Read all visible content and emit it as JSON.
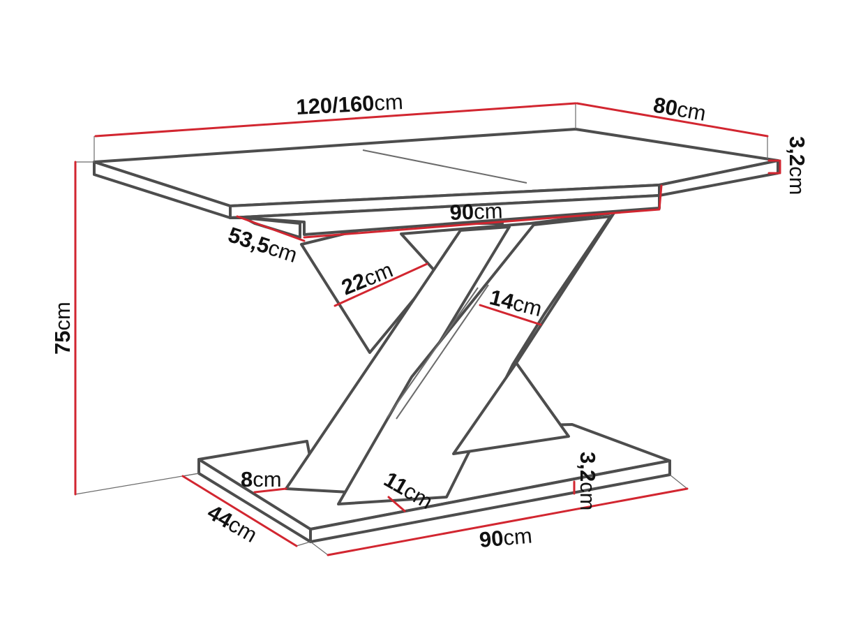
{
  "dimension_labels": {
    "top_length": {
      "value": "120/160",
      "unit": "cm"
    },
    "top_width": {
      "value": "80",
      "unit": "cm"
    },
    "top_thickness": {
      "value": "3,2",
      "unit": "cm"
    },
    "height": {
      "value": "75",
      "unit": "cm"
    },
    "frame_length": {
      "value": "90",
      "unit": "cm"
    },
    "frame_width": {
      "value": "53,5",
      "unit": "cm"
    },
    "leg_width_22": {
      "value": "22",
      "unit": "cm"
    },
    "leg_depth_14": {
      "value": "14",
      "unit": "cm"
    },
    "base_margin_8": {
      "value": "8",
      "unit": "cm"
    },
    "leg_gap_11": {
      "value": "11",
      "unit": "cm"
    },
    "base_thickness": {
      "value": "3,2",
      "unit": "cm"
    },
    "base_width": {
      "value": "44",
      "unit": "cm"
    },
    "base_length": {
      "value": "90",
      "unit": "cm"
    }
  },
  "colors": {
    "dimension_line": "#d22630",
    "outline": "#4d4d4d",
    "text": "#111111"
  }
}
